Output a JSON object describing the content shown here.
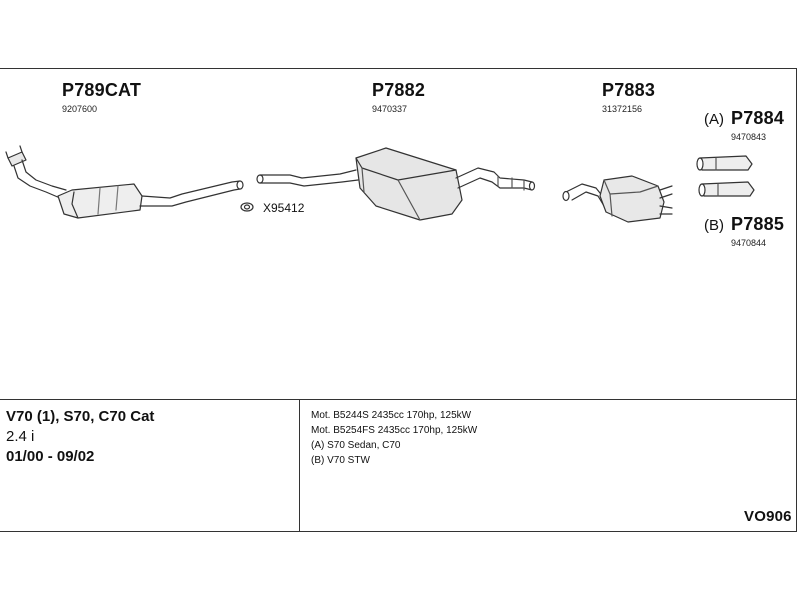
{
  "parts": {
    "cat": {
      "code": "P789CAT",
      "number": "9207600"
    },
    "mid": {
      "code": "P7882",
      "number": "9470337"
    },
    "rear": {
      "code": "P7883",
      "number": "31372156"
    },
    "tailA": {
      "prefix": "(A)",
      "code": "P7884",
      "number": "9470843"
    },
    "tailB": {
      "prefix": "(B)",
      "code": "P7885",
      "number": "9470844"
    },
    "gasket": {
      "code": "X95412"
    }
  },
  "vehicle": {
    "model": "V70 (1), S70, C70 Cat",
    "engine": "2.4 i",
    "years": "01/00 - 09/02"
  },
  "notes": [
    "Mot. B5244S 2435cc 170hp, 125kW",
    "Mot. B5254FS 2435cc 170hp, 125kW",
    "(A) S70 Sedan, C70",
    "(B) V70 STW"
  ],
  "diagram_code": "VO906"
}
